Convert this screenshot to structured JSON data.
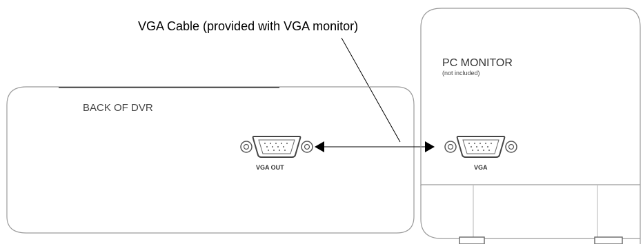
{
  "cable_label": "VGA Cable (provided with VGA monitor)",
  "dvr": {
    "title": "BACK OF DVR",
    "port_label": "VGA OUT"
  },
  "monitor": {
    "title": "PC MONITOR",
    "subtitle": "(not included)",
    "port_label": "VGA"
  },
  "colors": {
    "outline": "#9a9a9a",
    "arrow": "#000000"
  }
}
